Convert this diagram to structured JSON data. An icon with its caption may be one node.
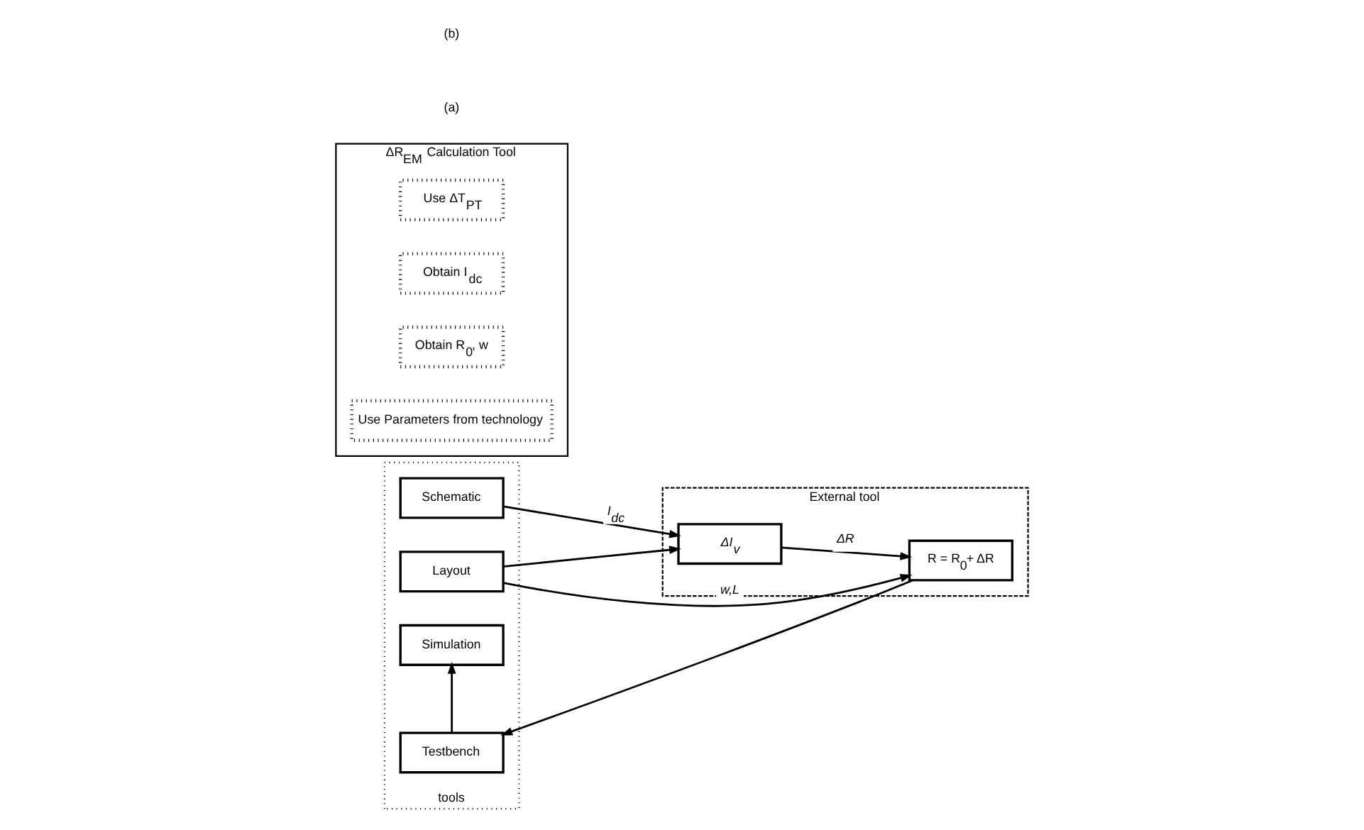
{
  "diagram": {
    "nodes": [
      {
        "text": [
          "tools"
        ]
      },
      {
        "text": [
          "Schematic"
        ],
        "in": 0
      },
      {
        "text": [
          "Layout"
        ],
        "in": 0
      },
      {
        "text": [
          "External tool"
        ]
      },
      {
        "text": [
          "ΔI$_{v}$"
        ],
        "in": 3
      },
      {
        "text": [
          "R = R$_{0}$+ ΔR"
        ],
        "in": 3
      },
      {
        "text": [
          "Simulation"
        ],
        "in": 0
      },
      {
        "text": [
          "Testbench"
        ],
        "in": 0
      },
      {
        "text": [
          "ΔR$_{EM}$ Calculation Tool"
        ]
      },
      {
        "text": [
          "Use ΔT$_{PT}$"
        ],
        "in": 8
      },
      {
        "text": [
          "Obtain I$_{dc}$"
        ],
        "in": 8
      },
      {
        "text": [
          "Obtain R$_{0}$, w"
        ],
        "in": 8
      },
      {
        "text": [
          "Use Parameters from technology"
        ],
        "in": 8
      }
    ],
    "edges": [
      {
        "from": 1,
        "to": 4,
        "arrow": "to",
        "label": "I$_{dc}$"
      },
      {
        "from": 2,
        "to": 5,
        "arrow": "to",
        "label": "w,L"
      },
      {
        "from": 2,
        "to": 4,
        "arrow": "to"
      },
      {
        "from": 4,
        "to": 5,
        "arrow": "to",
        "label": "ΔR"
      },
      {
        "from": 5,
        "to": 7,
        "arrow": "to"
      },
      {
        "from": 7,
        "to": 6,
        "arrow": "to"
      }
    ],
    "labels": [
      "(a)",
      "(b)"
    ]
  }
}
